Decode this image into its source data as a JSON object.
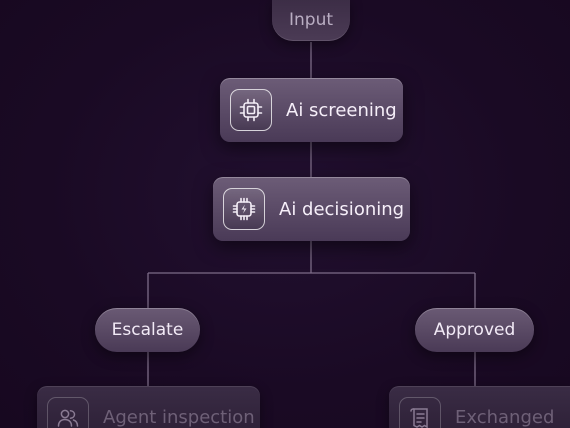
{
  "nodes": {
    "input": "Input",
    "ai_screening": "Ai screening",
    "ai_decisioning": "Ai decisioning",
    "escalate": "Escalate",
    "approved": "Approved",
    "agent_inspection": "Agent inspection",
    "exchanged": "Exchanged"
  },
  "icons": {
    "ai_screening": "chip-icon",
    "ai_decisioning": "chip-icon",
    "agent_inspection": "users-icon",
    "exchanged": "receipt-icon"
  },
  "colors": {
    "background": "#1a0a24",
    "node": "#5a4a66",
    "connector": "#7d6c88",
    "text": "#f2eaf6"
  }
}
